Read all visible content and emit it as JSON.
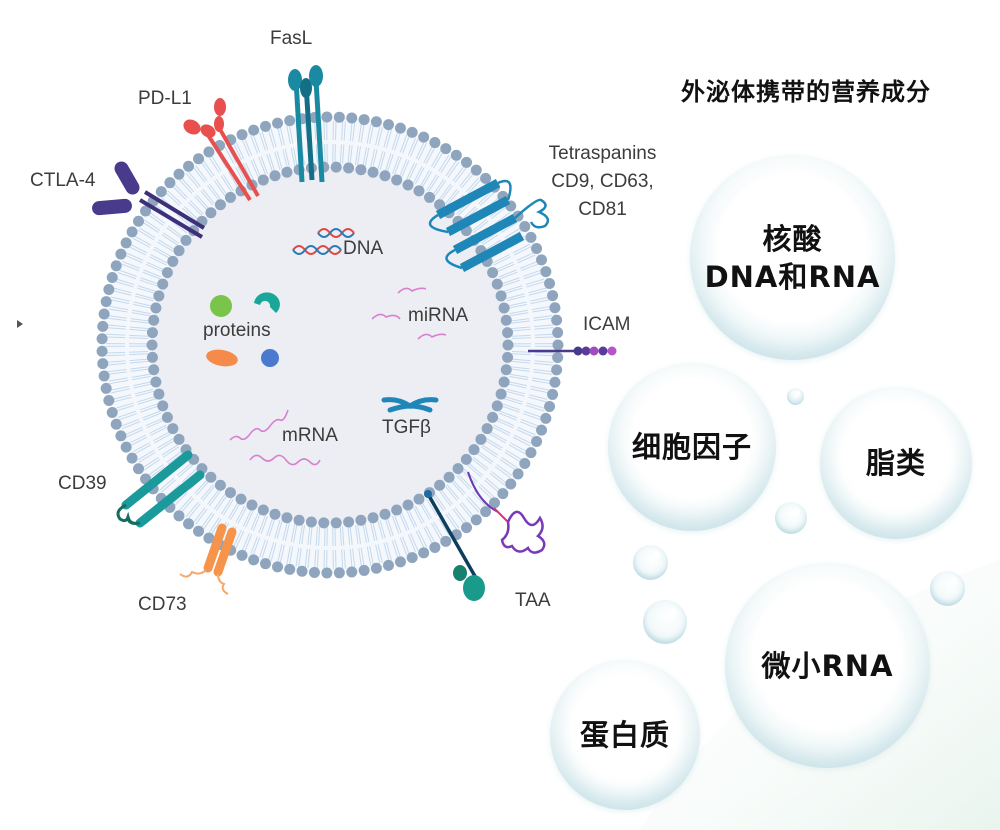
{
  "title": "外泌体携带的营养成分",
  "vesicle": {
    "membrane_proteins": [
      {
        "id": "fasl",
        "label": "FasL"
      },
      {
        "id": "pdl1",
        "label": "PD-L1"
      },
      {
        "id": "ctla4",
        "label": "CTLA-4"
      },
      {
        "id": "tetraspanins",
        "label_lines": [
          "Tetraspanins",
          "CD9, CD63,",
          "CD81"
        ]
      },
      {
        "id": "icam",
        "label": "ICAM"
      },
      {
        "id": "cd39",
        "label": "CD39"
      },
      {
        "id": "cd73",
        "label": "CD73"
      },
      {
        "id": "taa",
        "label": "TAA"
      }
    ],
    "cargo": [
      {
        "id": "dna",
        "label": "DNA"
      },
      {
        "id": "proteins",
        "label": "proteins"
      },
      {
        "id": "mirna",
        "label": "miRNA"
      },
      {
        "id": "mrna",
        "label": "mRNA"
      },
      {
        "id": "tgfb",
        "label": "TGFβ"
      }
    ],
    "colors": {
      "head_group": "#8fa5bd",
      "tail": "#c5d8ec",
      "lumen": "#eceef3",
      "fasl": "#1a8aa3",
      "pdl1": "#e85050",
      "ctla4": "#4a3a8c",
      "tetraspanin": "#1f86b8",
      "icam_dark": "#4a3a8c",
      "icam_light": "#a04bbf",
      "cd39": "#1a9a9a",
      "cd73": "#f5944a",
      "taa": "#1a9a8a",
      "rna": "#d880d0",
      "dna_red": "#e04848",
      "dna_blue": "#2a7ab8"
    }
  },
  "nutrients": [
    {
      "id": "nucleic-acid",
      "lines": [
        "核酸",
        "DNA和RNA"
      ]
    },
    {
      "id": "cytokines",
      "lines": [
        "细胞因子"
      ]
    },
    {
      "id": "lipids",
      "lines": [
        "脂类"
      ]
    },
    {
      "id": "microrna",
      "lines": [
        "微小RNA"
      ]
    },
    {
      "id": "protein",
      "lines": [
        "蛋白质"
      ]
    }
  ]
}
